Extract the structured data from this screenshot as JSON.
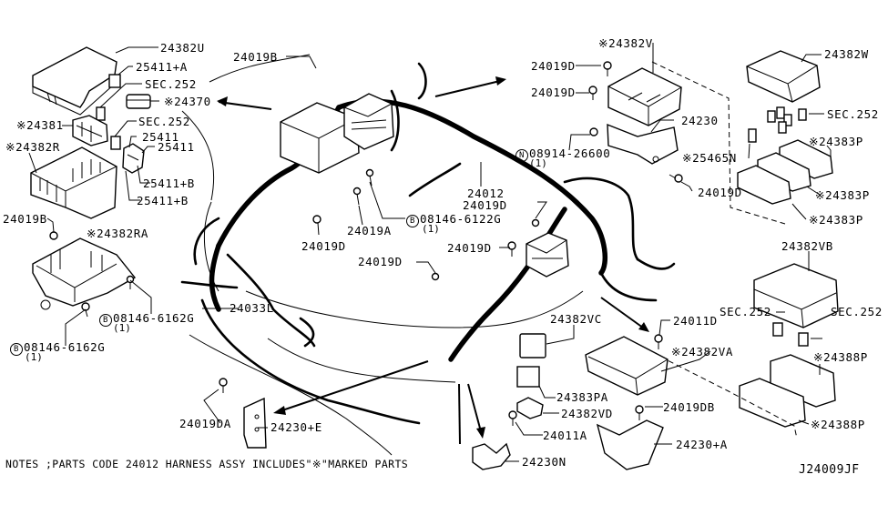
{
  "diagram": {
    "title_code": "J24009JF",
    "notes": "NOTES ;PARTS CODE 24012 HARNESS ASSY INCLUDES\"※\"MARKED PARTS"
  },
  "labels": {
    "p24382U": "24382U",
    "p25411A": "25411+A",
    "sec252_a": "SEC.252",
    "p24370": "※24370",
    "p24381": "※24381",
    "sec252_b": "SEC.252",
    "p25411_a": "25411",
    "p25411_b": "25411",
    "p24382R": "※24382R",
    "p25411B_a": "25411+B",
    "p25411B_b": "25411+B",
    "p24019B_left": "24019B",
    "p24382RA": "※24382RA",
    "bolt_08146_6162G_a": "08146-6162G",
    "bolt_08146_6162G_a_qty": "(1)",
    "bolt_08146_6162G_b": "08146-6162G",
    "bolt_08146_6162G_b_qty": "(1)",
    "p24019B_top": "24019B",
    "p24019D_mid": "24019D",
    "p24019A": "24019A",
    "bolt_08146_6122G": "08146-6122G",
    "bolt_08146_6122G_qty": "(1)",
    "p24012": "24012",
    "p24019D_c1": "24019D",
    "p24019D_c2": "24019D",
    "p24019D_c3": "24019D",
    "p24382V": "※24382V",
    "p24019D_r1": "24019D",
    "p24019D_r2": "24019D",
    "p24230": "24230",
    "nut_08914_26600": "08914-26600",
    "nut_08914_26600_qty": "(1)",
    "p25465N": "※25465N",
    "p24019D_r3": "24019D",
    "p24382W": "24382W",
    "sec252_c": "SEC.252",
    "p24383P_1": "※24383P",
    "p24383P_2": "※24383P",
    "p24383P_3": "※24383P",
    "p24382VB": "24382VB",
    "sec252_d": "SEC.252",
    "sec252_e": "SEC.252",
    "p24388P_1": "※24388P",
    "p24388P_2": "※24388P",
    "p24011D": "24011D",
    "p24382VA": "※24382VA",
    "p24382VC": "24382VC",
    "p24383PA": "24383PA",
    "p24382VD": "24382VD",
    "p24011A": "24011A",
    "p24019DB": "24019DB",
    "p24230A": "24230+A",
    "p24230N": "24230N",
    "p24033L": "24033L",
    "p24019DA": "24019DA",
    "p24230E": "24230+E"
  },
  "symbols": {
    "bolt_marker": "B",
    "nut_marker": "N"
  }
}
